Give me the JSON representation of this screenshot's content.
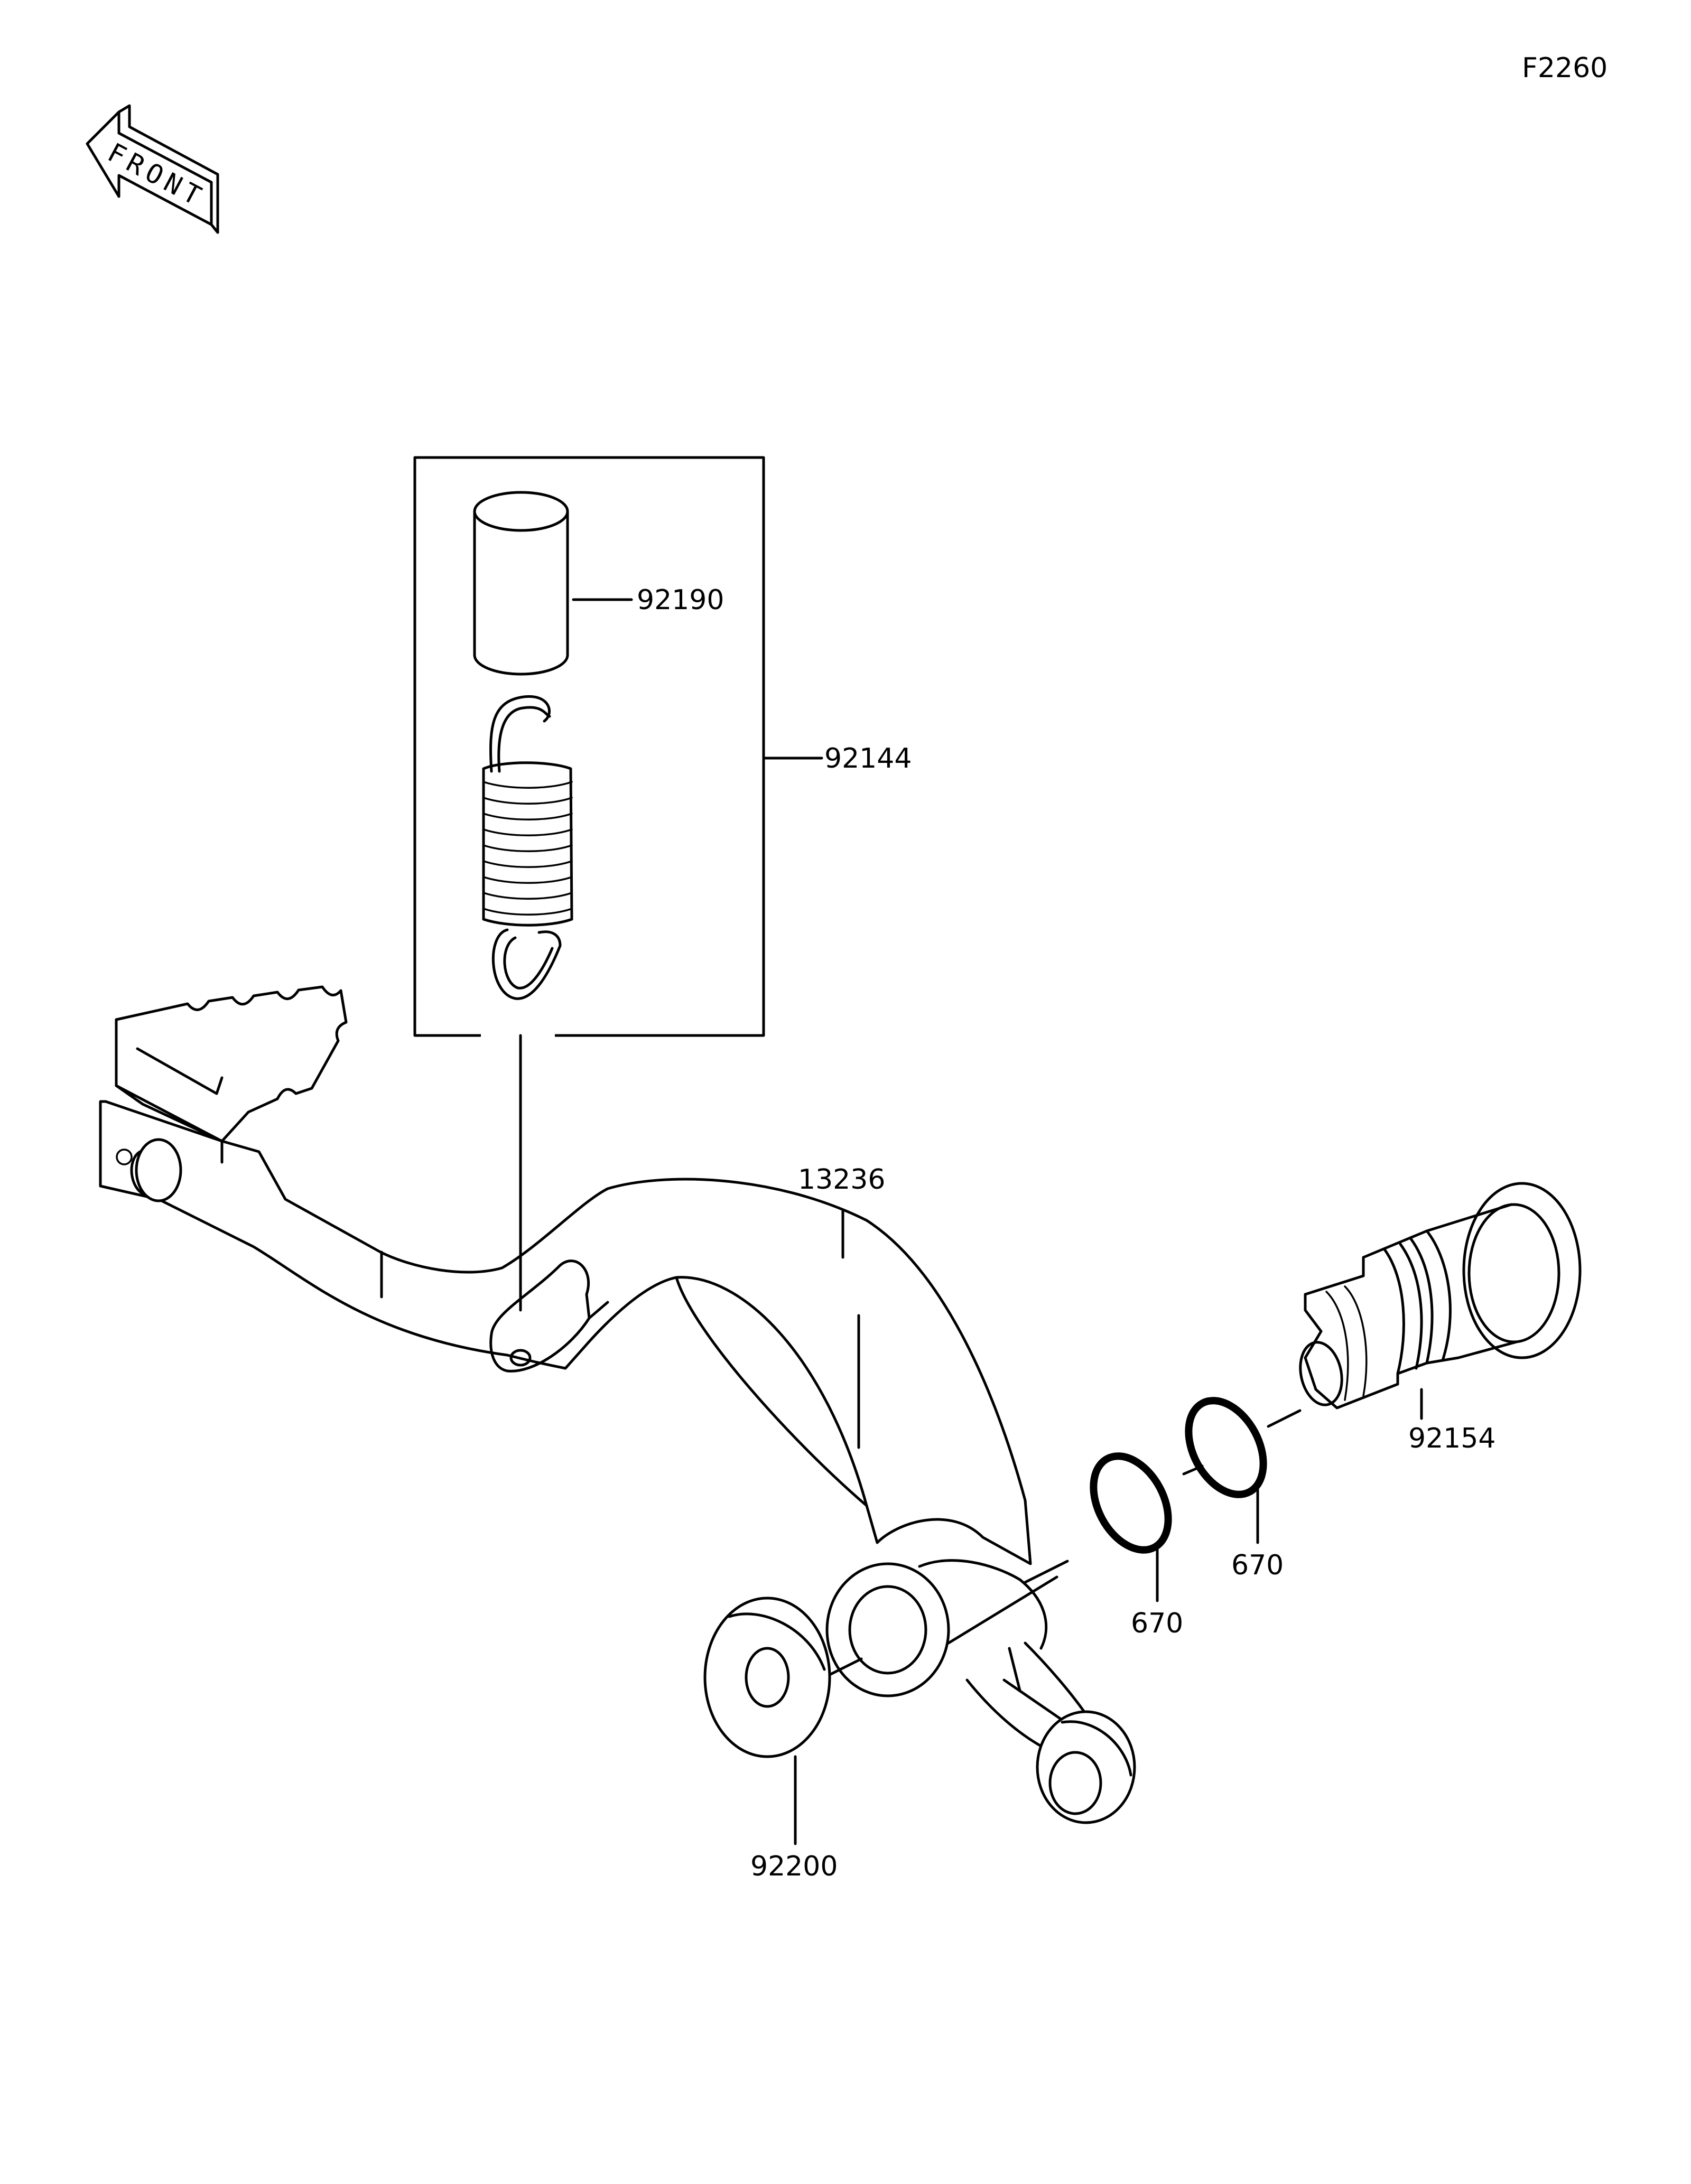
{
  "figure_id": "F2260",
  "front_label": "FRONT",
  "parts": {
    "lever": "13236",
    "spring_set": "92144",
    "collar": "92190",
    "pivot_bolt": "92154",
    "o_ring_1": "670",
    "o_ring_2": "670",
    "washer": "92200"
  }
}
